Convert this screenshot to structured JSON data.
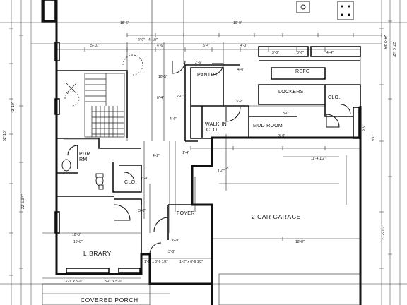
{
  "rooms": {
    "pantry": "PANTRY",
    "refg": "REFG",
    "lockers": "LOCKERS",
    "clo_right": "CLO.",
    "walk_in": "WALK-IN",
    "walk_in_clo": "CLO.",
    "mud_room": "MUD ROOM",
    "powder": "PDR",
    "powder_rm": "RM",
    "clo_left": "CLO.",
    "foyer": "FOYER",
    "garage": "2 CAR GARAGE",
    "library": "LIBRARY",
    "covered_porch": "COVERED PORCH"
  },
  "dimensions": {
    "d_18_6_top": "18'-6\"",
    "d_10_0_top": "10'-0\"",
    "d_24_9": "24'-9 3/4\"",
    "d_27_6": "27'-6 1/2\"",
    "d_2_0_a": "2'-0\"",
    "d_4_10": "4'-10\"",
    "d_5_10": "5'-10\"",
    "d_1_10": "1'-10\"",
    "d_4_6": "4'-6\"",
    "d_5_4": "5'-4\"",
    "d_4_0_a": "4'-0\"",
    "d_3_0_a": "3'-0\"",
    "d_3_6": "3'-6\"",
    "d_4_4": "4'-4\"",
    "d_2_6": "2'-6\"",
    "d_4_0_b": "4'-0\"",
    "d_3_2": "3'-2\"",
    "d_8_0": "8'-0\"",
    "d_3_0_b": "3'-0\"",
    "d_11_4": "11'-4 1/2\"",
    "d_43_10": "43'-10\"",
    "d_52_10": "52'-10\"",
    "d_22_5": "22'-5 3/4\"",
    "d_27_6_b": "27'-6 1/2\"",
    "d_10_3": "10'-3\"",
    "d_10_8": "10'-8\"",
    "d_18_8": "18'-8\"",
    "d_3_0_c": "3'-0\"",
    "d_5_0_a": "3'-0\" x 5'-0\"",
    "d_5_0_b": "3'-0\" x 5'-0\"",
    "d_1_2": "1'-2\" x 6'-9 1/2\"",
    "d_1_2b": "1'-2\" x 6'-9 1/2\"",
    "d_6_8": "6'-8\"",
    "d_6_9": "6'-9\"",
    "d_4_2": "4'-2\"",
    "d_3_0_d": "3'-0\"",
    "d_1_4": "1'-4\"",
    "d_1_0": "1'-0\"",
    "d_2_0_b": "2'-0\"",
    "d_6_4": "6'-4\"",
    "d_10_5": "10'-5\"",
    "d_4_6b": "4'-6\"",
    "d_7_2": "7'-2\"",
    "d_5_0_c": "5'-0\"",
    "d_9_0": "9'-0\""
  }
}
